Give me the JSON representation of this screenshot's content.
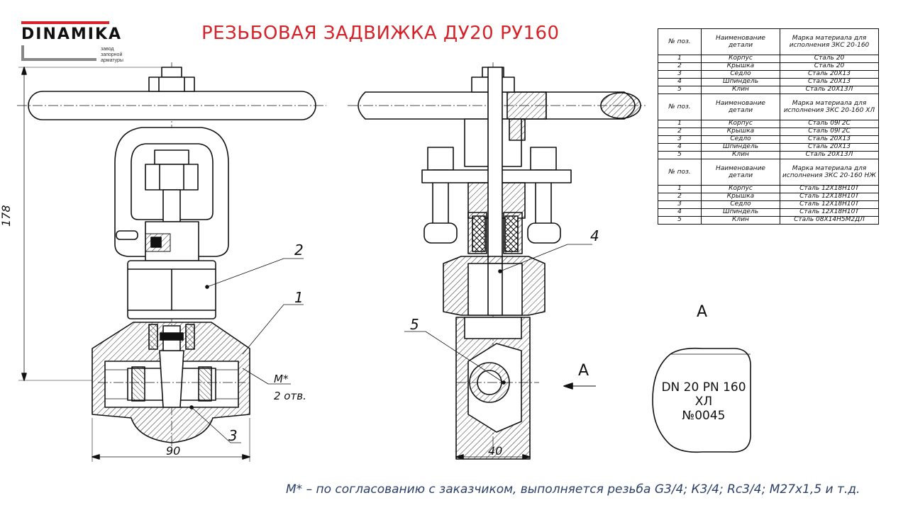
{
  "logo": {
    "brand": "DINAMIKA",
    "subtitle_lines": [
      "завод",
      "запорной",
      "арматуры"
    ]
  },
  "title": "РЕЗЬБОВАЯ ЗАДВИЖКА ДУ20 РУ160",
  "dimensions": {
    "height": "178",
    "width_front": "90",
    "width_side": "40"
  },
  "callouts": {
    "p1": "1",
    "p2": "2",
    "p3": "3",
    "p4": "4",
    "p5": "5",
    "thread_mark": "М*",
    "holes": "2 отв.",
    "view_arrow": "А",
    "view_title": "А"
  },
  "plate": {
    "line1": "DN 20 PN 160",
    "line2": "ХЛ",
    "line3": "№0045"
  },
  "spec_table": {
    "col_pos": "№ поз.",
    "col_name": "Наименование детали",
    "groups": [
      {
        "material_header": "Марка материала для исполнения ЗКС 20-160",
        "rows": [
          {
            "pos": "1",
            "name": "Корпус",
            "mat": "Сталь 20"
          },
          {
            "pos": "2",
            "name": "Крышка",
            "mat": "Сталь 20"
          },
          {
            "pos": "3",
            "name": "Седло",
            "mat": "Сталь 20Х13"
          },
          {
            "pos": "4",
            "name": "Шпиндель",
            "mat": "Сталь 20Х13"
          },
          {
            "pos": "5",
            "name": "Клин",
            "mat": "Сталь 20Х13Л"
          }
        ]
      },
      {
        "material_header": "Марка материала для исполнения ЗКС 20-160 ХЛ",
        "rows": [
          {
            "pos": "1",
            "name": "Корпус",
            "mat": "Сталь 09Г2С"
          },
          {
            "pos": "2",
            "name": "Крышка",
            "mat": "Сталь 09Г2С"
          },
          {
            "pos": "3",
            "name": "Седло",
            "mat": "Сталь 20Х13"
          },
          {
            "pos": "4",
            "name": "Шпиндель",
            "mat": "Сталь 20Х13"
          },
          {
            "pos": "5",
            "name": "Клин",
            "mat": "Сталь 20Х13Л"
          }
        ]
      },
      {
        "material_header": "Марка материала для исполнения ЗКС 20-160 НЖ",
        "rows": [
          {
            "pos": "1",
            "name": "Корпус",
            "mat": "Сталь 12Х18Н10Т"
          },
          {
            "pos": "2",
            "name": "Крышка",
            "mat": "Сталь 12Х18Н10Т"
          },
          {
            "pos": "3",
            "name": "Седло",
            "mat": "Сталь 12Х18Н10Т"
          },
          {
            "pos": "4",
            "name": "Шпиндель",
            "mat": "Сталь 12Х18Н10Т"
          },
          {
            "pos": "5",
            "name": "Клин",
            "mat": "Сталь 08Х14Н5М2ДЛ"
          }
        ]
      }
    ]
  },
  "footnote": "М* – по согласованию с заказчиком, выполняется резьба G3/4; К3/4; Rc3/4; М27х1,5 и т.д."
}
